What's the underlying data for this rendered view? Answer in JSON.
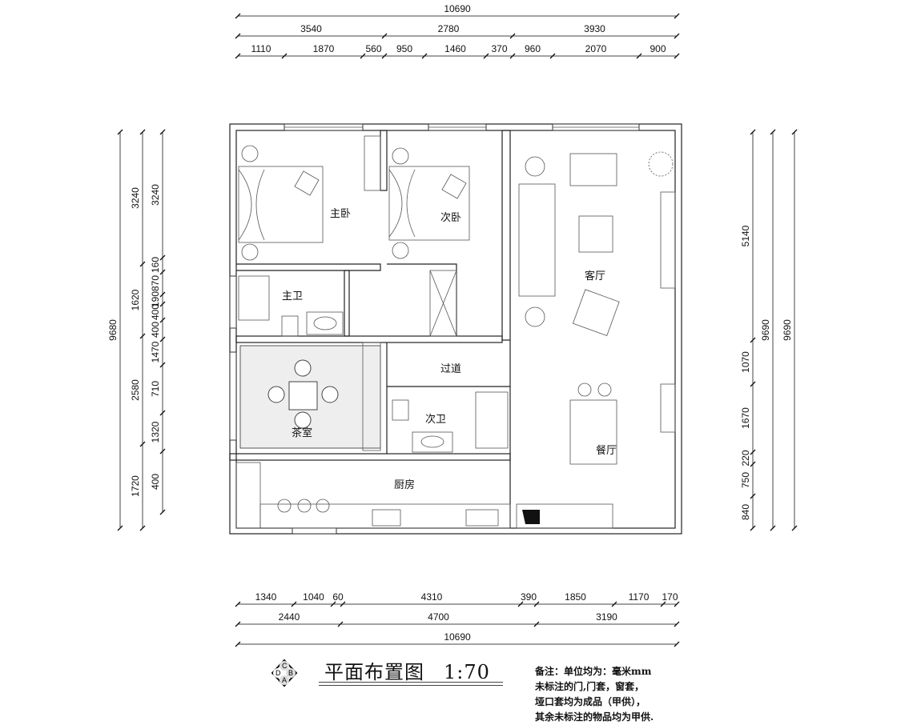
{
  "dimensions": {
    "top": [
      [
        "10690"
      ],
      [
        "3540",
        "2780",
        "3930"
      ],
      [
        "1110",
        "1870",
        "560",
        "950",
        "1460",
        "370",
        "960",
        "2070",
        "900"
      ]
    ],
    "bottom": [
      [
        "1340",
        "1040",
        "60",
        "4310",
        "390",
        "1850",
        "1170",
        "170"
      ],
      [
        "2440",
        "4700",
        "3190"
      ],
      [
        "10690"
      ]
    ],
    "left": [
      [
        "9680"
      ],
      [
        "3240",
        "1620",
        "2580",
        "1720"
      ],
      [
        "3240",
        "160",
        "870",
        "190",
        "400",
        "400",
        "1470",
        "710",
        "1320",
        "400"
      ]
    ],
    "right": [
      [
        "5140",
        "1070",
        "1670",
        "220",
        "750",
        "840"
      ],
      [
        "9690"
      ],
      [
        "9690"
      ]
    ]
  },
  "rooms": {
    "master_bedroom": "主卧",
    "second_bedroom": "次卧",
    "living_room": "客厅",
    "master_bath": "主卫",
    "corridor": "过道",
    "second_bath": "次卫",
    "tea_room": "茶室",
    "dining_room": "餐厅",
    "kitchen": "厨房"
  },
  "title": {
    "name": "平面布置图",
    "scale": "1:70"
  },
  "notes": [
    "备注：单位均为：毫米mm",
    "未标注的门,门套，窗套，",
    "垭口套均为成品（甲供），",
    "其余未标注的物品均为甲供."
  ],
  "compass": [
    "C",
    "B",
    "A",
    "D"
  ]
}
